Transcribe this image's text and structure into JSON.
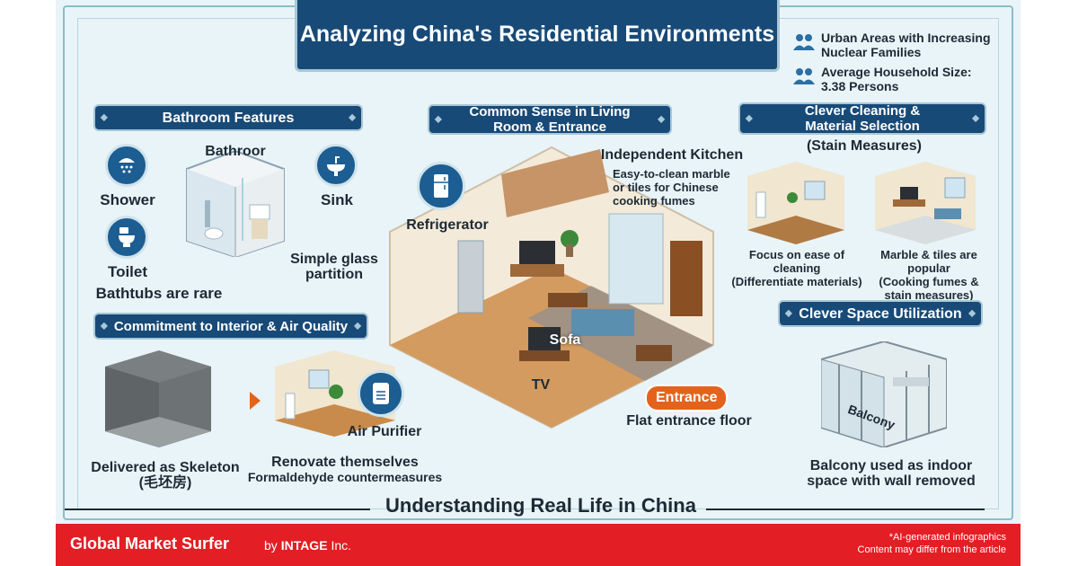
{
  "title": "Analyzing China's Residential Environments",
  "stats": [
    {
      "icon": "people-icon",
      "text_line1": "Urban Areas with Increasing",
      "text_line2": "Nuclear Families"
    },
    {
      "icon": "people-icon",
      "text_line1": "Average Household Size:",
      "text_line2": "3.38 Persons"
    }
  ],
  "bathroom": {
    "heading": "Bathroom Features",
    "room_label": "Bathroor",
    "shower": "Shower",
    "sink": "Sink",
    "toilet": "Toilet",
    "bathtubs": "Bathtubs are rare",
    "glass_line1": "Simple glass",
    "glass_line2": "partition"
  },
  "living": {
    "heading_line1": "Common Sense in Living",
    "heading_line2": "Room & Entrance",
    "kitchen": "Independent Kitchen",
    "kitchen_note_line1": "Easy-to-clean marble",
    "kitchen_note_line2": "or tiles for Chinese",
    "kitchen_note_line3": "cooking fumes",
    "refrigerator": "Refrigerator",
    "sofa": "Sofa",
    "tv": "TV",
    "entrance": "Entrance",
    "flat_floor": "Flat entrance floor"
  },
  "cleaning": {
    "heading_line1": "Clever Cleaning &",
    "heading_line2": "Material Selection",
    "sub": "(Stain Measures)",
    "left_line1": "Focus on ease of",
    "left_line2": "cleaning",
    "left_line3": "(Differentiate materials)",
    "right_line1": "Marble & tiles are popular",
    "right_line2": "(Cooking fumes &",
    "right_line3": "stain measures)"
  },
  "space": {
    "heading": "Clever Space Utilization",
    "balcony": "Balcony",
    "note_line1": "Balcony used as indoor",
    "note_line2": "space with wall removed"
  },
  "interior": {
    "heading": "Commitment to Interior & Air Quality",
    "skeleton_line1": "Delivered as Skeleton",
    "skeleton_line2": "(毛坯房)",
    "air_purifier": "Air Purifier",
    "renovate_line1": "Renovate themselves",
    "renovate_line2": "Formaldehyde countermeasures"
  },
  "bottom_title": "Understanding Real Life in China",
  "footer": {
    "brand": "Global Market Surfer",
    "by": "by",
    "company": "INTAGE",
    "inc": "Inc.",
    "note_line1": "*AI-generated infographics",
    "note_line2": "Content may differ from the article"
  },
  "colors": {
    "navy": "#184a78",
    "accent_orange": "#e4631c",
    "footer_red": "#e31e24",
    "background": "#e9f4f8"
  }
}
